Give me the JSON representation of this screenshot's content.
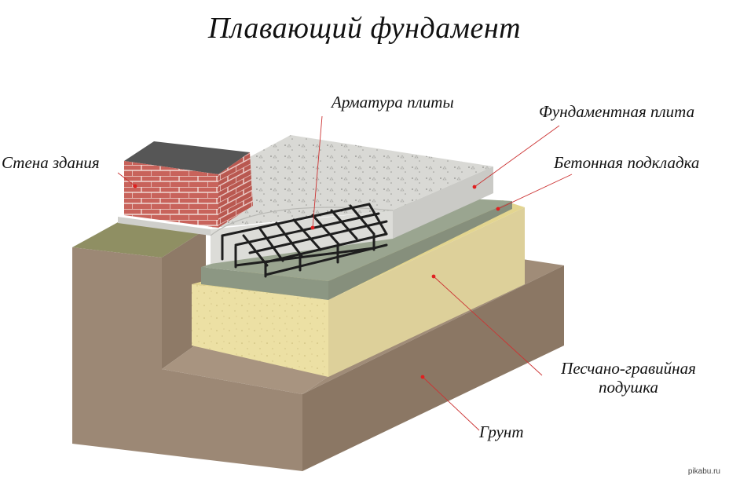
{
  "title": "Плавающий фундамент",
  "labels": {
    "rebar": "Арматура плиты",
    "slab": "Фундаментная плита",
    "wall": "Стена здания",
    "concrete_base": "Бетонная подкладка",
    "cushion_line1": "Песчано-гравийная",
    "cushion_line2": "подушка",
    "ground": "Грунт"
  },
  "watermark": "pikabu.ru",
  "colors": {
    "ground": "#9a8673",
    "ground_dark": "#7e6b58",
    "ground_side": "#8b7764",
    "grass": "#8f8f63",
    "sand": "#ece0a3",
    "sand_top": "#e4d691",
    "concrete_base": "#9fa894",
    "slab": "#d8d8d4",
    "slab_side": "#c6c6c2",
    "brick": "#c6615a",
    "brick_cap": "#555555",
    "rebar": "#222222",
    "leader": "#cc2222"
  }
}
